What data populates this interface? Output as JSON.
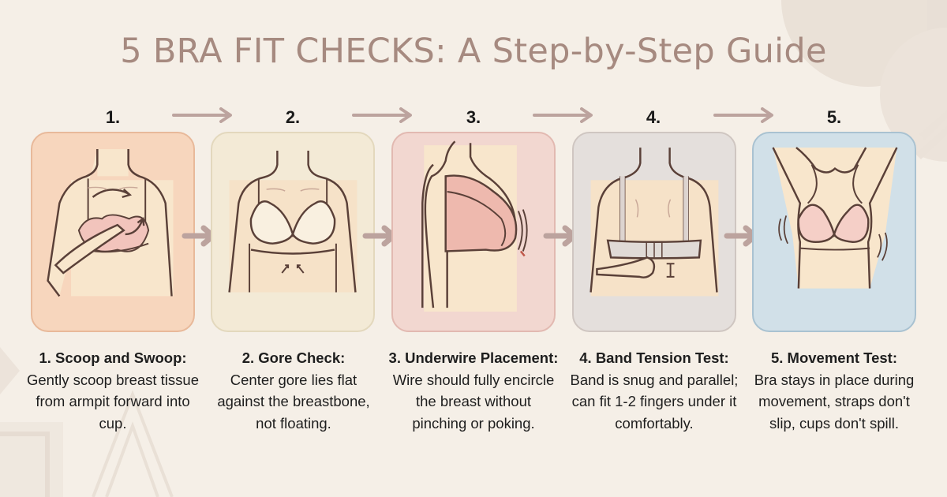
{
  "title": "5 BRA FIT CHECKS: A Step-by-Step Guide",
  "colors": {
    "background": "#f5efe7",
    "title": "#a68a80",
    "arrow": "#b89c97",
    "outline": "#5a4038",
    "skin": "#f8e6cc",
    "bra_pink": "#f2c4bc"
  },
  "steps": [
    {
      "number": "1.",
      "heading": "1. Scoop and Swoop:",
      "body": "Gently scoop breast tissue from armpit forward into cup.",
      "card_bg": "#f7d6bd",
      "card_border": "#e8b99a",
      "illustration": "scoop-and-swoop-illustration"
    },
    {
      "number": "2.",
      "heading": "2. Gore Check:",
      "body": "Center gore lies flat against the breastbone, not floating.",
      "card_bg": "#f3ead6",
      "card_border": "#e3d8bd",
      "illustration": "gore-check-illustration"
    },
    {
      "number": "3.",
      "heading": "3. Underwire Placement:",
      "body": "Wire should fully encircle the breast without pinching or poking.",
      "card_bg": "#f2d7d0",
      "card_border": "#e2b9b1",
      "illustration": "underwire-placement-illustration"
    },
    {
      "number": "4.",
      "heading": "4. Band Tension Test:",
      "body": "Band is snug and parallel; can fit 1-2 fingers under it comfortably.",
      "card_bg": "#e4dfdc",
      "card_border": "#cfc6c1",
      "illustration": "band-tension-illustration"
    },
    {
      "number": "5.",
      "heading": "5. Movement Test:",
      "body": "Bra stays in place during movement, straps don't slip, cups don't spill.",
      "card_bg": "#d1e0e8",
      "card_border": "#a9c2d1",
      "illustration": "movement-test-illustration"
    }
  ]
}
